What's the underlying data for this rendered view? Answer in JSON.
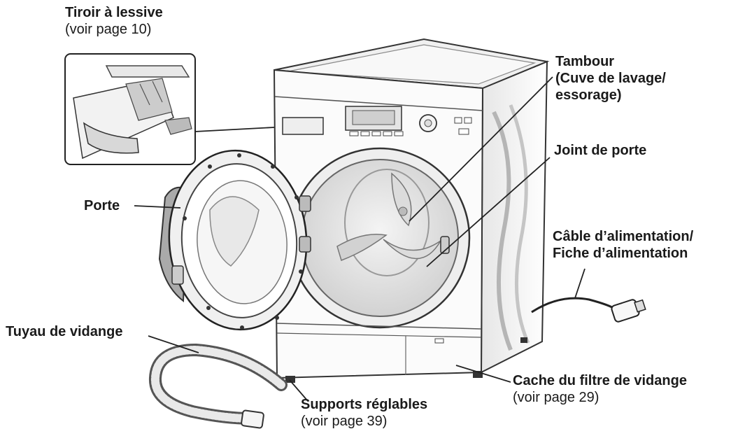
{
  "labels": {
    "drawer": {
      "title": "Tiroir à lessive",
      "ref": "(voir page 10)"
    },
    "drum": {
      "line1": "Tambour",
      "line2": "(Cuve de lavage/",
      "line3": "essorage)"
    },
    "door_seal": "Joint de porte",
    "door": "Porte",
    "power": {
      "line1": "Câble d’alimentation/",
      "line2": "Fiche d’alimentation"
    },
    "drain_hose": "Tuyau de vidange",
    "filter_cover": {
      "title": "Cache du filtre de vidange",
      "ref": "(voir page 29)"
    },
    "feet": {
      "title": "Supports réglables",
      "ref": "(voir page 39)"
    }
  }
}
